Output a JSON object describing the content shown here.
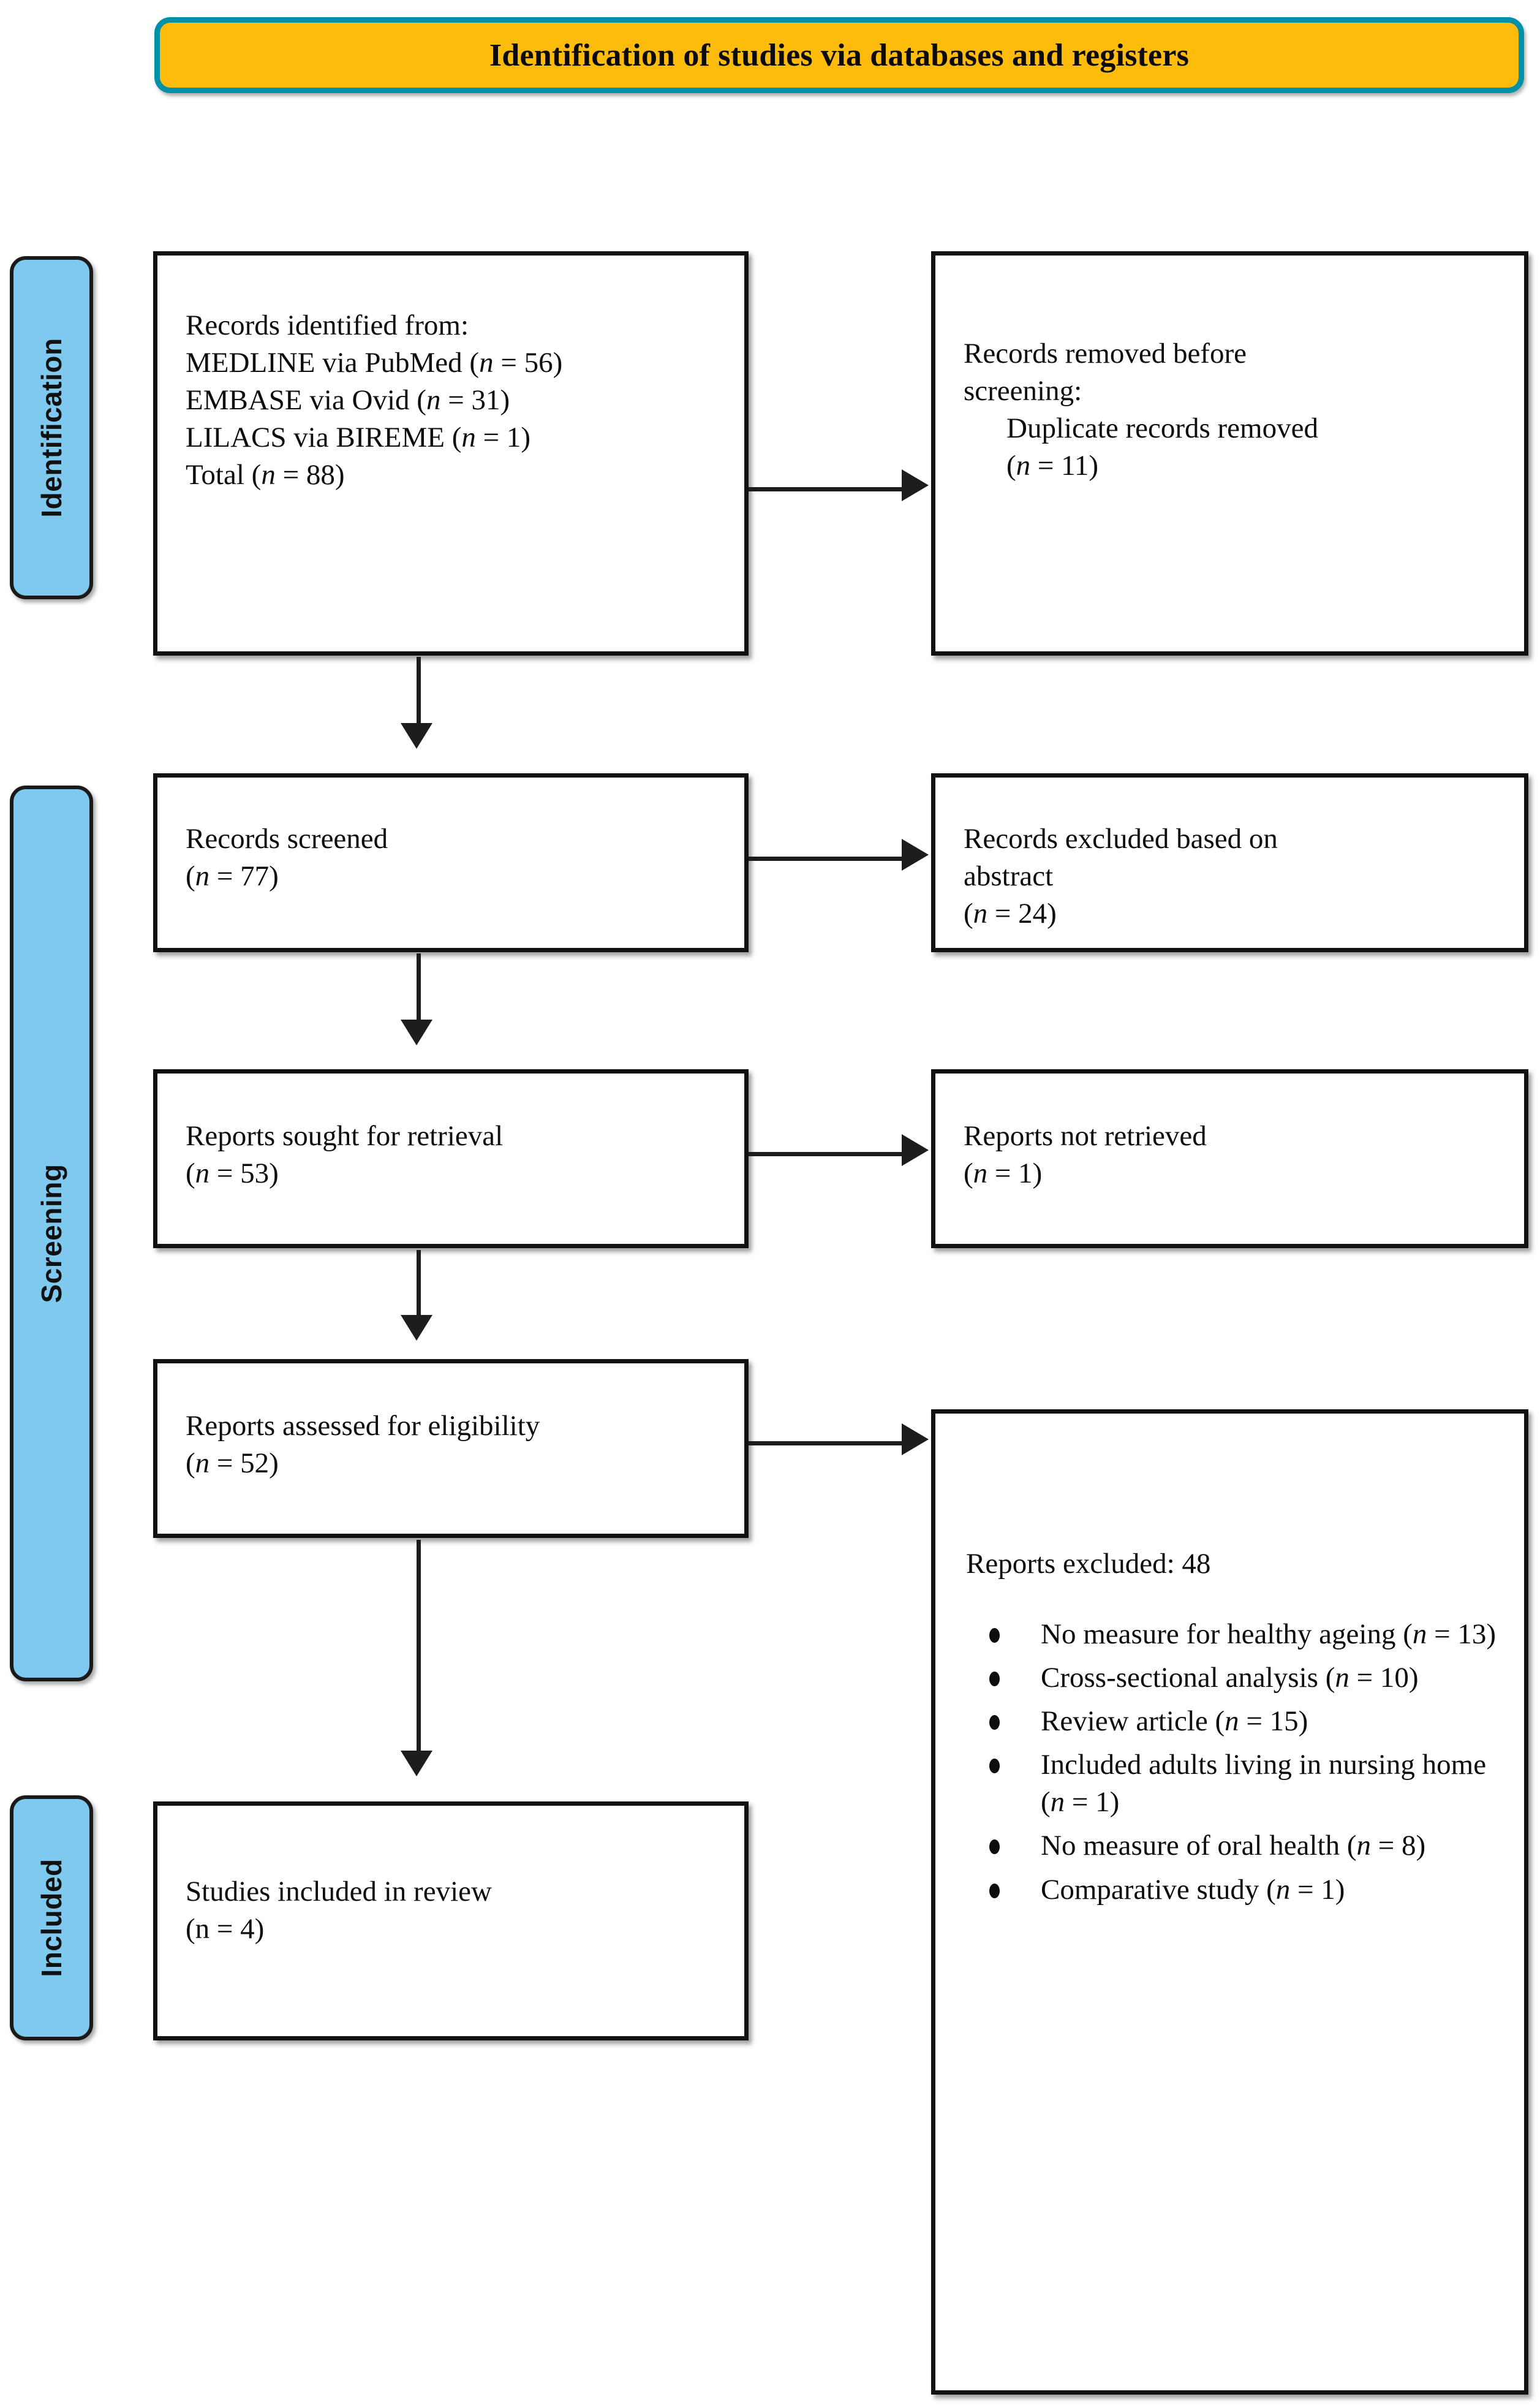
{
  "header": {
    "title": "Identification of studies via databases and registers",
    "fill_color": "#FDBB0C",
    "border_color": "#0090A8"
  },
  "stage_rails": {
    "fill_color": "#7FC9EF",
    "items": [
      {
        "label": "Identification"
      },
      {
        "label": "Screening"
      },
      {
        "label": "Included"
      }
    ]
  },
  "boxes": {
    "identified": {
      "line1": "Records identified from:",
      "line2_text": "MEDLINE via PubMed (",
      "line2_n": "n",
      "line2_tail": " = 56)",
      "line3_text": "EMBASE via Ovid (",
      "line3_n": "n",
      "line3_tail": " = 31)",
      "line4_text": "LILACS via BIREME (",
      "line4_n": "n",
      "line4_tail": " = 1)",
      "line5_text": "Total (",
      "line5_n": "n",
      "line5_tail": " = 88)"
    },
    "removed": {
      "line1": "Records removed before",
      "line2": "screening:",
      "line3": "Duplicate records removed",
      "line4_open": "(",
      "line4_n": "n",
      "line4_tail": " = 11)"
    },
    "screened": {
      "line1": "Records screened",
      "line2_open": "(",
      "line2_n": "n",
      "line2_tail": " = 77)"
    },
    "excluded_abstract": {
      "line1": "Records excluded based on",
      "line2": "abstract",
      "line3_open": "(",
      "line3_n": "n",
      "line3_tail": " = 24)"
    },
    "sought": {
      "line1": "Reports sought for retrieval",
      "line2_open": "(",
      "line2_n": "n",
      "line2_tail": " = 53)"
    },
    "not_retrieved": {
      "line1": "Reports not retrieved",
      "line2_open": "(",
      "line2_n": "n",
      "line2_tail": " = 1)"
    },
    "assessed": {
      "line1": "Reports assessed for eligibility",
      "line2_open": "(",
      "line2_n": "n",
      "line2_tail": " = 52)"
    },
    "reports_excluded": {
      "title": "Reports excluded: 48",
      "reasons": [
        {
          "text_before": "No measure for healthy ageing (",
          "n": "n",
          "text_after": " = 13)"
        },
        {
          "text_before": "Cross-sectional analysis (",
          "n": "n",
          "text_after": " = 10)"
        },
        {
          "text_before": "Review article (",
          "n": "n",
          "text_after": " = 15)"
        },
        {
          "text_before": "Included adults living in nursing home (",
          "n": "n",
          "text_after": " = 1)"
        },
        {
          "text_before": "No measure of oral health (",
          "n": "n",
          "text_after": " = 8)"
        },
        {
          "text_before": "Comparative study (",
          "n": "n",
          "text_after": " = 1)"
        }
      ]
    },
    "included": {
      "line1": "Studies included in review",
      "line2": "(n = 4)"
    }
  }
}
